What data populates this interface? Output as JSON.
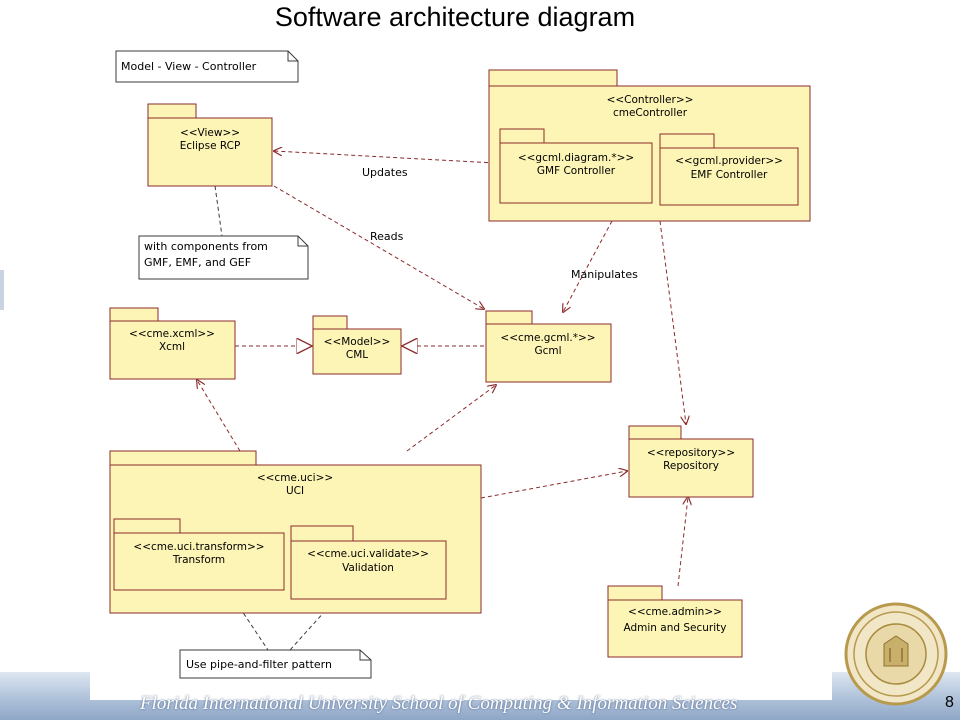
{
  "slide": {
    "title": "Software architecture diagram",
    "footer": "Florida International University School of Computing & Information Sciences",
    "page_number": "8"
  },
  "colors": {
    "package_fill": "#fdf5b6",
    "package_stroke": "#8b2b2b",
    "note_stroke": "#3b3b3b",
    "dependency_line": "#8b2b2b"
  },
  "diagram": {
    "note_mvc": "Model - View - Controller",
    "note_components": {
      "line1": "with components from",
      "line2": "GMF, EMF, and GEF"
    },
    "note_pipe": "Use pipe-and-filter pattern",
    "view": {
      "stereotype": "<<View>>",
      "name": "Eclipse RCP"
    },
    "controller": {
      "stereotype": "<<Controller>>",
      "name": "cmeController"
    },
    "gmf_controller": {
      "stereotype": "<<gcml.diagram.*>>",
      "name": "GMF Controller"
    },
    "emf_controller": {
      "stereotype": "<<gcml.provider>>",
      "name": "EMF Controller"
    },
    "xcml": {
      "stereotype": "<<cme.xcml>>",
      "name": "Xcml"
    },
    "cml": {
      "stereotype": "<<Model>>",
      "name": "CML"
    },
    "gcml": {
      "stereotype": "<<cme.gcml.*>>",
      "name": "Gcml"
    },
    "repository": {
      "stereotype": "<<repository>>",
      "name": "Repository"
    },
    "uci": {
      "stereotype": "<<cme.uci>>",
      "name": "UCI"
    },
    "transform": {
      "stereotype": "<<cme.uci.transform>>",
      "name": "Transform"
    },
    "validation": {
      "stereotype": "<<cme.uci.validate>>",
      "name": "Validation"
    },
    "admin": {
      "stereotype": "<<cme.admin>>",
      "name": "Admin and Security"
    },
    "labels": {
      "updates": "Updates",
      "reads": "Reads",
      "manipulates": "Manipulates"
    }
  }
}
